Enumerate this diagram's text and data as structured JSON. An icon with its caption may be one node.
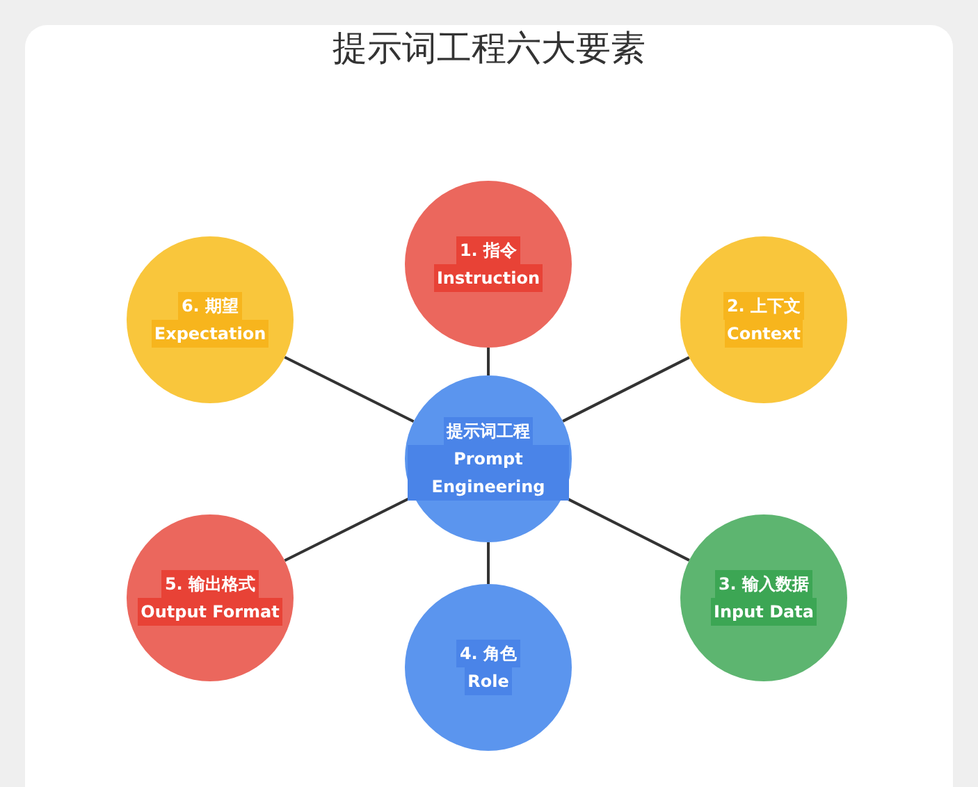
{
  "diagram": {
    "title": "提示词工程六大要素",
    "nodes": [
      {
        "text": [
          "提示词工程",
          "Prompt Engineering"
        ]
      },
      {
        "text": [
          "1. 指令",
          "Instruction"
        ]
      },
      {
        "text": [
          "2. 上下文",
          "Context"
        ]
      },
      {
        "text": [
          "3. 输入数据",
          "Input Data"
        ]
      },
      {
        "text": [
          "4. 角色",
          "Role"
        ]
      },
      {
        "text": [
          "5. 输出格式",
          "Output Format"
        ]
      },
      {
        "text": [
          "6. 期望",
          "Expectation"
        ]
      }
    ],
    "edges": [
      {
        "from": 0,
        "to": 1,
        "arrow": "none"
      },
      {
        "from": 0,
        "to": 2,
        "arrow": "none"
      },
      {
        "from": 0,
        "to": 3,
        "arrow": "none"
      },
      {
        "from": 0,
        "to": 4,
        "arrow": "none"
      },
      {
        "from": 0,
        "to": 5,
        "arrow": "none"
      },
      {
        "from": 0,
        "to": 6,
        "arrow": "none"
      }
    ]
  }
}
